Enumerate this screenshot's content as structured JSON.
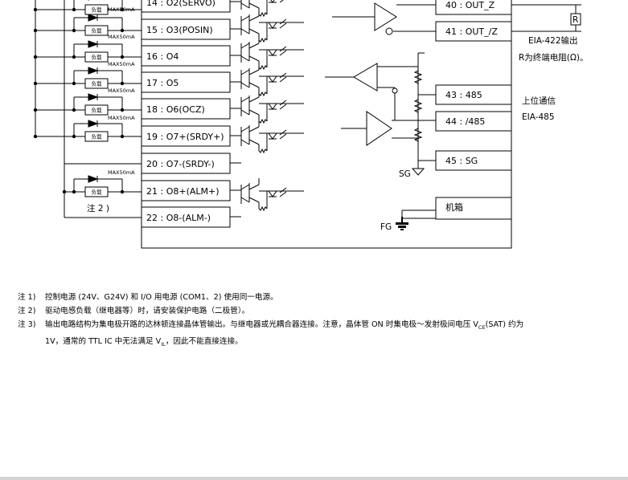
{
  "load_label": "负载",
  "max_current": "MAX50mA",
  "outputs": [
    {
      "label": "14 : O2(SERVO)"
    },
    {
      "label": "15 : O3(POSIN)"
    },
    {
      "label": "16 : O4"
    },
    {
      "label": "17 : O5"
    },
    {
      "label": "18 : O6(OCZ)"
    },
    {
      "label": "19 : O7+(SRDY+)"
    },
    {
      "label": "20 : O7-(SRDY-)"
    },
    {
      "label": "21 : O8+(ALM+)"
    },
    {
      "label": "22 : O8-(ALM-)"
    }
  ],
  "note2_marker": "注 2 )",
  "right_terminals": [
    {
      "label": "40 : OUT_Z"
    },
    {
      "label": "41 : OUT_/Z"
    },
    {
      "label": "43 : 485"
    },
    {
      "label": "44 : /485"
    },
    {
      "label": "45 : SG"
    },
    {
      "label": "机箱"
    }
  ],
  "eia422": {
    "resistor_label": "R",
    "title": "EIA-422输出",
    "termination": "R为终端电阻(Ω)。"
  },
  "eia485": {
    "line1": "上位通信",
    "line2": "EIA-485"
  },
  "sg_label": "SG",
  "fg_label": "FG",
  "notes": {
    "n1": {
      "label": "注 1)",
      "text": "控制电源 (24V、G24V) 和 I/O 用电源 (COM1、2) 使用同一电源。"
    },
    "n2": {
      "label": "注 2)",
      "text": "驱动电感负载（继电器等）时，请安装保护电路（二极管）。"
    },
    "n3": {
      "label": "注 3)",
      "line1_before": "输出电路结构为集电极开路的达林顿连接晶体管输出。与继电器或光耦合器连接。注意，晶体管 ON 时集电极～发射极间电压 V",
      "line1_sub": "CE",
      "line1_after": "(SAT) 约为",
      "line2_before": "1V，通常的 TTL IC 中无法满足 V",
      "line2_sub": "IL",
      "line2_after": "，因此不能直接连接。"
    }
  }
}
